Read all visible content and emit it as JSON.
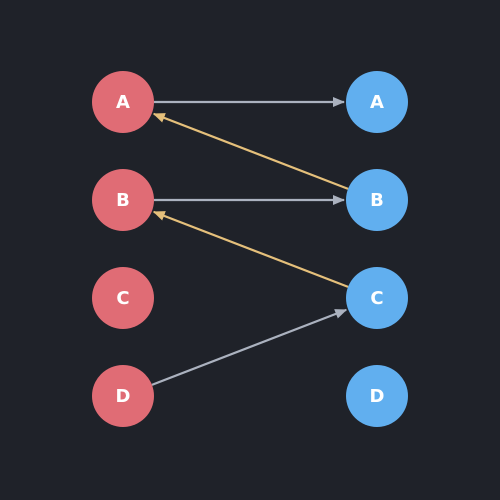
{
  "colors": {
    "background": "#1f2229",
    "left_node": "#e06c75",
    "right_node": "#61afef",
    "forward_edge": "#abb2bf",
    "back_edge": "#e5c07b",
    "label": "#ffffff"
  },
  "left_nodes": [
    {
      "id": "A",
      "label": "A"
    },
    {
      "id": "B",
      "label": "B"
    },
    {
      "id": "C",
      "label": "C"
    },
    {
      "id": "D",
      "label": "D"
    }
  ],
  "right_nodes": [
    {
      "id": "A",
      "label": "A"
    },
    {
      "id": "B",
      "label": "B"
    },
    {
      "id": "C",
      "label": "C"
    },
    {
      "id": "D",
      "label": "D"
    }
  ],
  "edges": [
    {
      "from_side": "left",
      "from": "A",
      "to_side": "right",
      "to": "A",
      "kind": "forward"
    },
    {
      "from_side": "left",
      "from": "B",
      "to_side": "right",
      "to": "B",
      "kind": "forward"
    },
    {
      "from_side": "left",
      "from": "D",
      "to_side": "right",
      "to": "C",
      "kind": "forward"
    },
    {
      "from_side": "right",
      "from": "B",
      "to_side": "left",
      "to": "A",
      "kind": "back"
    },
    {
      "from_side": "right",
      "from": "C",
      "to_side": "left",
      "to": "B",
      "kind": "back"
    }
  ]
}
